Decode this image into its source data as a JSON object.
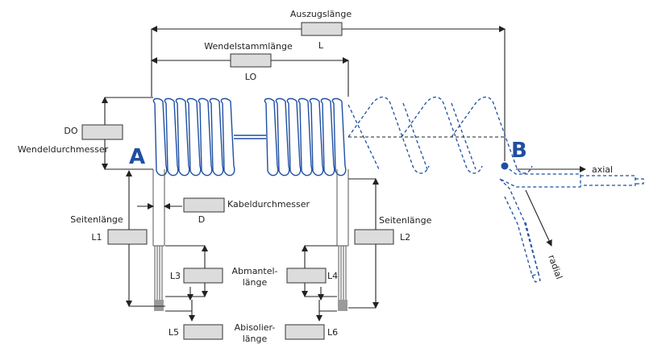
{
  "labels": {
    "auszugslaenge": "Auszugslänge",
    "L": "L",
    "wendelstammlaenge": "Wendelstammlänge",
    "LO": "LO",
    "DO": "DO",
    "wendeldurchmesser": "Wendeldurchmesser",
    "A": "A",
    "B": "B",
    "axial": "axial",
    "radial": "radial",
    "kabeldurchmesser": "Kabeldurchmesser",
    "D": "D",
    "seitenlaenge_left": "Seitenlänge",
    "L1": "L1",
    "seitenlaenge_right": "Seitenlänge",
    "L2": "L2",
    "abmantel_1": "Abmantel-",
    "abmantel_2": "länge",
    "L3": "L3",
    "L4": "L4",
    "abisolier_1": "Abisolier-",
    "abisolier_2": "länge",
    "L5": "L5",
    "L6": "L6"
  },
  "colors": {
    "coil": "#1f4fa3",
    "line": "#222222",
    "box": "#dcdcdc"
  }
}
